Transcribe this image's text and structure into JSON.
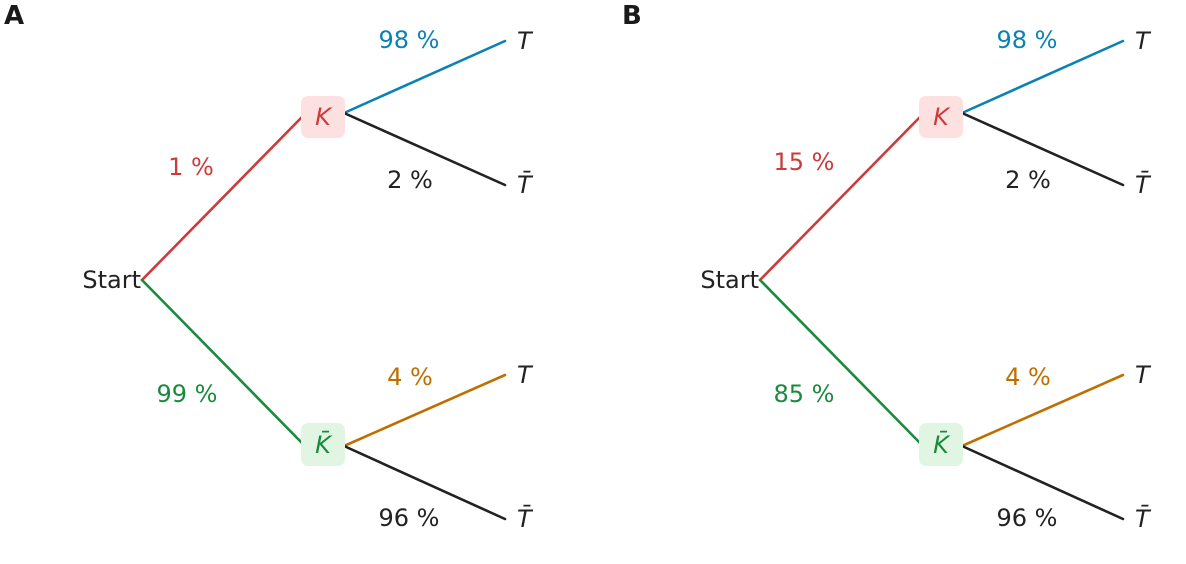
{
  "colors": {
    "red": "#cc3b3b",
    "green": "#1a8a3c",
    "blue": "#0a82b4",
    "orange": "#bf6e00",
    "dark": "#222222",
    "red_box": "#fde1e1",
    "green_box": "#e1f5e3"
  },
  "panels": [
    {
      "label": "A",
      "start": "Start",
      "k": "K",
      "kbar": "K̄",
      "t": "T",
      "tbar": "T̄",
      "p_k": "1 %",
      "p_kbar": "99 %",
      "p_t_given_k": "98 %",
      "p_tbar_given_k": "2 %",
      "p_t_given_kbar": "4 %",
      "p_tbar_given_kbar": "96 %"
    },
    {
      "label": "B",
      "start": "Start",
      "k": "K",
      "kbar": "K̄",
      "t": "T",
      "tbar": "T̄",
      "p_k": "15 %",
      "p_kbar": "85 %",
      "p_t_given_k": "98 %",
      "p_tbar_given_k": "2 %",
      "p_t_given_kbar": "4 %",
      "p_tbar_given_kbar": "96 %"
    }
  ]
}
